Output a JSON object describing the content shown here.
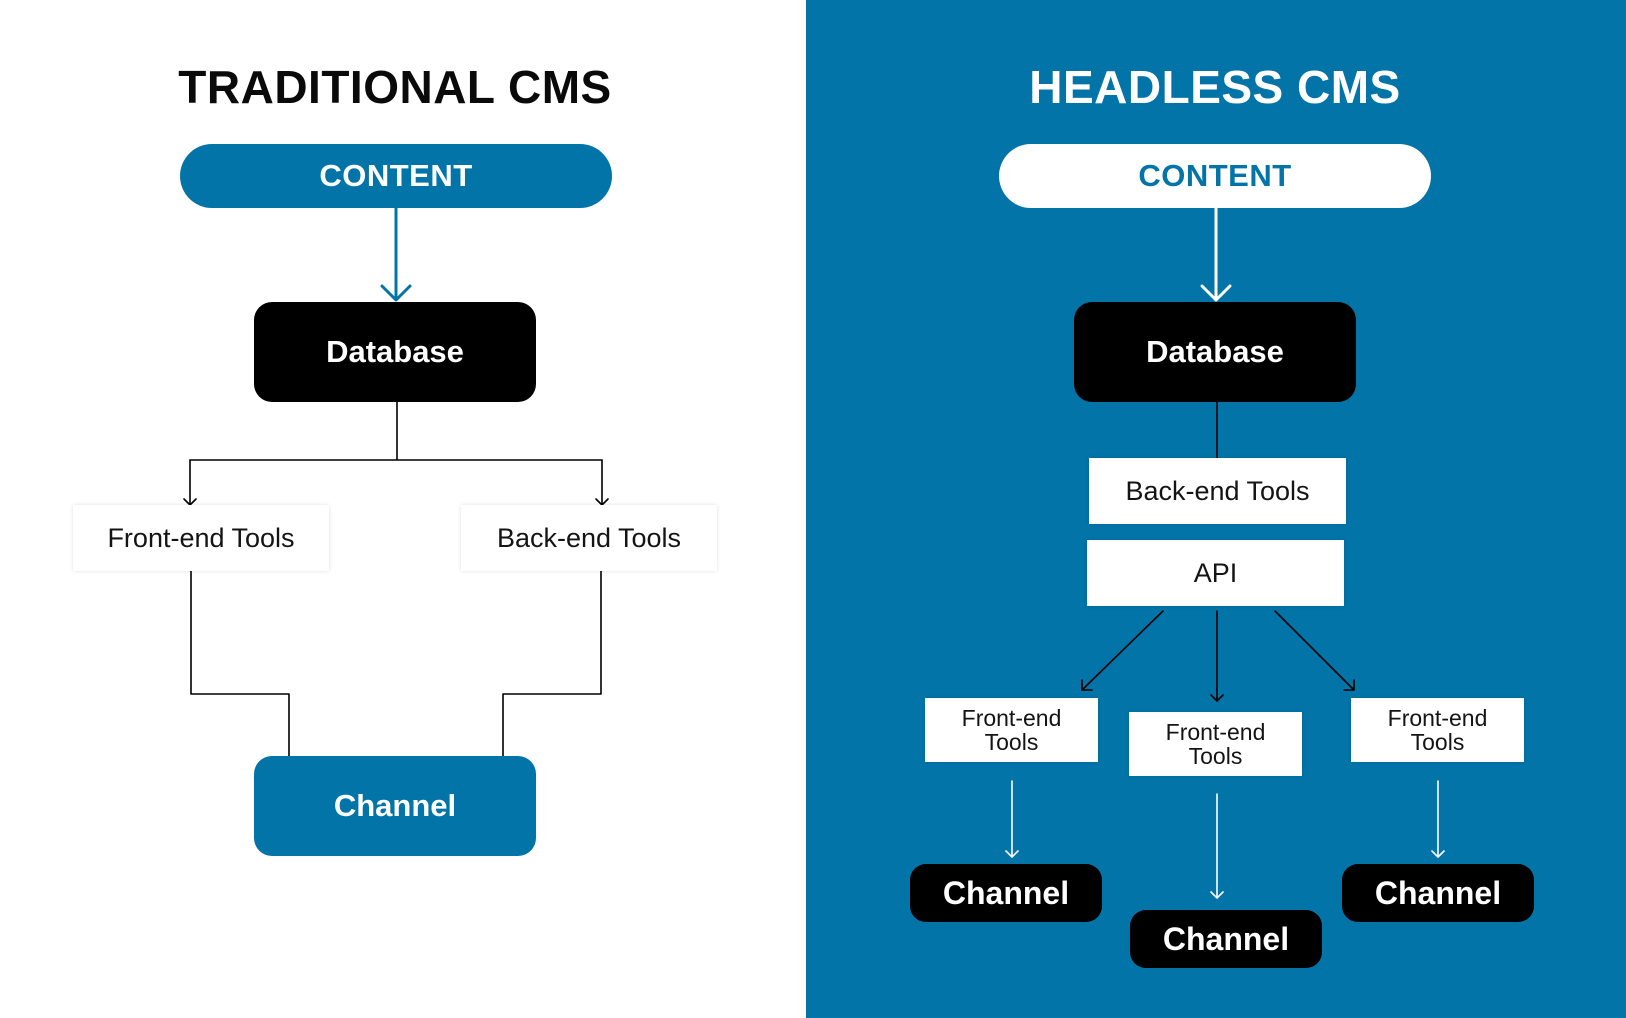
{
  "colors": {
    "brand_blue": "#0274a8",
    "black": "#000000",
    "white": "#ffffff"
  },
  "traditional": {
    "title": "TRADITIONAL CMS",
    "content_label": "CONTENT",
    "database_label": "Database",
    "frontend_label": "Front-end Tools",
    "backend_label": "Back-end Tools",
    "channel_label": "Channel"
  },
  "headless": {
    "title": "HEADLESS CMS",
    "content_label": "CONTENT",
    "database_label": "Database",
    "backend_label": "Back-end Tools",
    "api_label": "API",
    "frontend_tools": [
      {
        "line1": "Front-end",
        "line2": "Tools"
      },
      {
        "line1": "Front-end",
        "line2": "Tools"
      },
      {
        "line1": "Front-end",
        "line2": "Tools"
      }
    ],
    "channels": [
      "Channel",
      "Channel",
      "Channel"
    ]
  }
}
